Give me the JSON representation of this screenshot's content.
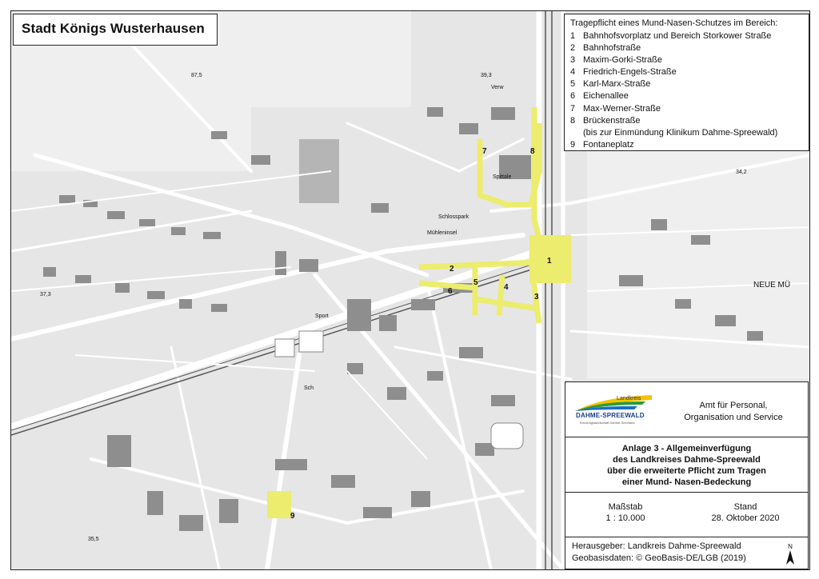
{
  "title": "Stadt Königs Wusterhausen",
  "legend": {
    "heading": "Tragepflicht eines Mund-Nasen-Schutzes im Bereich:",
    "items": [
      {
        "num": "1",
        "label": "Bahnhofsvorplatz und Bereich Storkower Straße"
      },
      {
        "num": "2",
        "label": "Bahnhofstraße"
      },
      {
        "num": "3",
        "label": "Maxim-Gorki-Straße"
      },
      {
        "num": "4",
        "label": "Friedrich-Engels-Straße"
      },
      {
        "num": "5",
        "label": "Karl-Marx-Straße"
      },
      {
        "num": "6",
        "label": "Eichenallee"
      },
      {
        "num": "7",
        "label": "Max-Werner-Straße"
      },
      {
        "num": "8",
        "label": "Brückenstraße",
        "sublabel": "(bis zur Einmündung Klinikum Dahme-Spreewald)"
      },
      {
        "num": "9",
        "label": "Fontaneplatz"
      }
    ]
  },
  "logo": {
    "small": "Landkreis",
    "name": "DAHME-SPREEWALD",
    "tagline": "Erholungslandschaft Dahme-Seenland"
  },
  "office": {
    "line1": "Amt für Personal,",
    "line2": "Organisation und Service"
  },
  "annex": {
    "line1": "Anlage 3 - Allgemeinverfügung",
    "line2": "des Landkreises Dahme-Spreewald",
    "line3": "über die erweiterte Pflicht zum Tragen",
    "line4": "einer Mund- Nasen-Bedeckung"
  },
  "scale": {
    "label": "Maßstab",
    "value": "1 : 10.000"
  },
  "date": {
    "label": "Stand",
    "value": "28. Oktober 2020"
  },
  "publisher": {
    "line1": "Herausgeber: Landkreis Dahme-Spreewald",
    "line2": "Geobasisdaten: © GeoBasis-DE/LGB (2019)"
  },
  "north_label": "N",
  "map_labels": {
    "neue_muehle": "NEUE MÜ",
    "schlosspark": "Schlosspark",
    "muehleninsel": "Mühleninsel",
    "sport": "Sport",
    "spitale": "Spittale",
    "verw": "Verw",
    "sch": "Sch",
    "elev_1": "87,5",
    "elev_2": "39,3",
    "elev_3": "34,2",
    "elev_4": "35,5",
    "elev_5": "37,3"
  },
  "zone_markers": [
    "1",
    "2",
    "3",
    "4",
    "5",
    "6",
    "7",
    "8",
    "9"
  ],
  "colors": {
    "highlight": "#ecec6e",
    "map_bg": "#e4e4e4",
    "buildings": "#8a8a8a",
    "roads": "#ffffff"
  }
}
